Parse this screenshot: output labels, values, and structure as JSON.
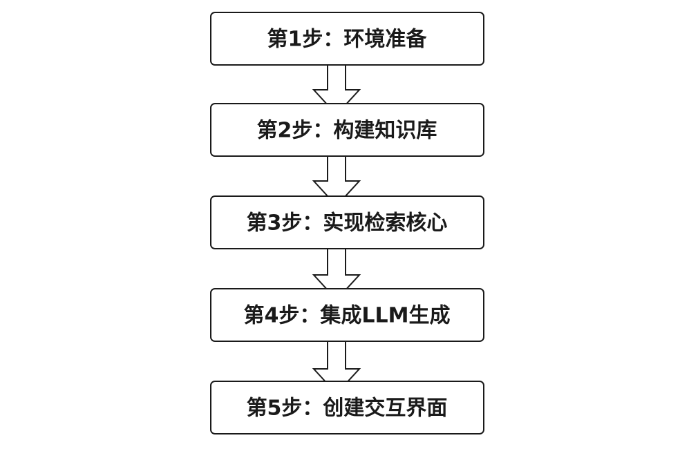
{
  "steps": [
    {
      "label": "第1步：环境准备"
    },
    {
      "label": "第2步：构建知识库"
    },
    {
      "label": "第3步：实现检索核心"
    },
    {
      "label": "第4步：集成LLM生成"
    },
    {
      "label": "第5步：创建交互界面"
    }
  ],
  "colors": {
    "stroke": "#1a1a1a",
    "box_fill": "#ffffff",
    "arrow_fill": "#ffffff",
    "text": "#1a1a1a"
  }
}
